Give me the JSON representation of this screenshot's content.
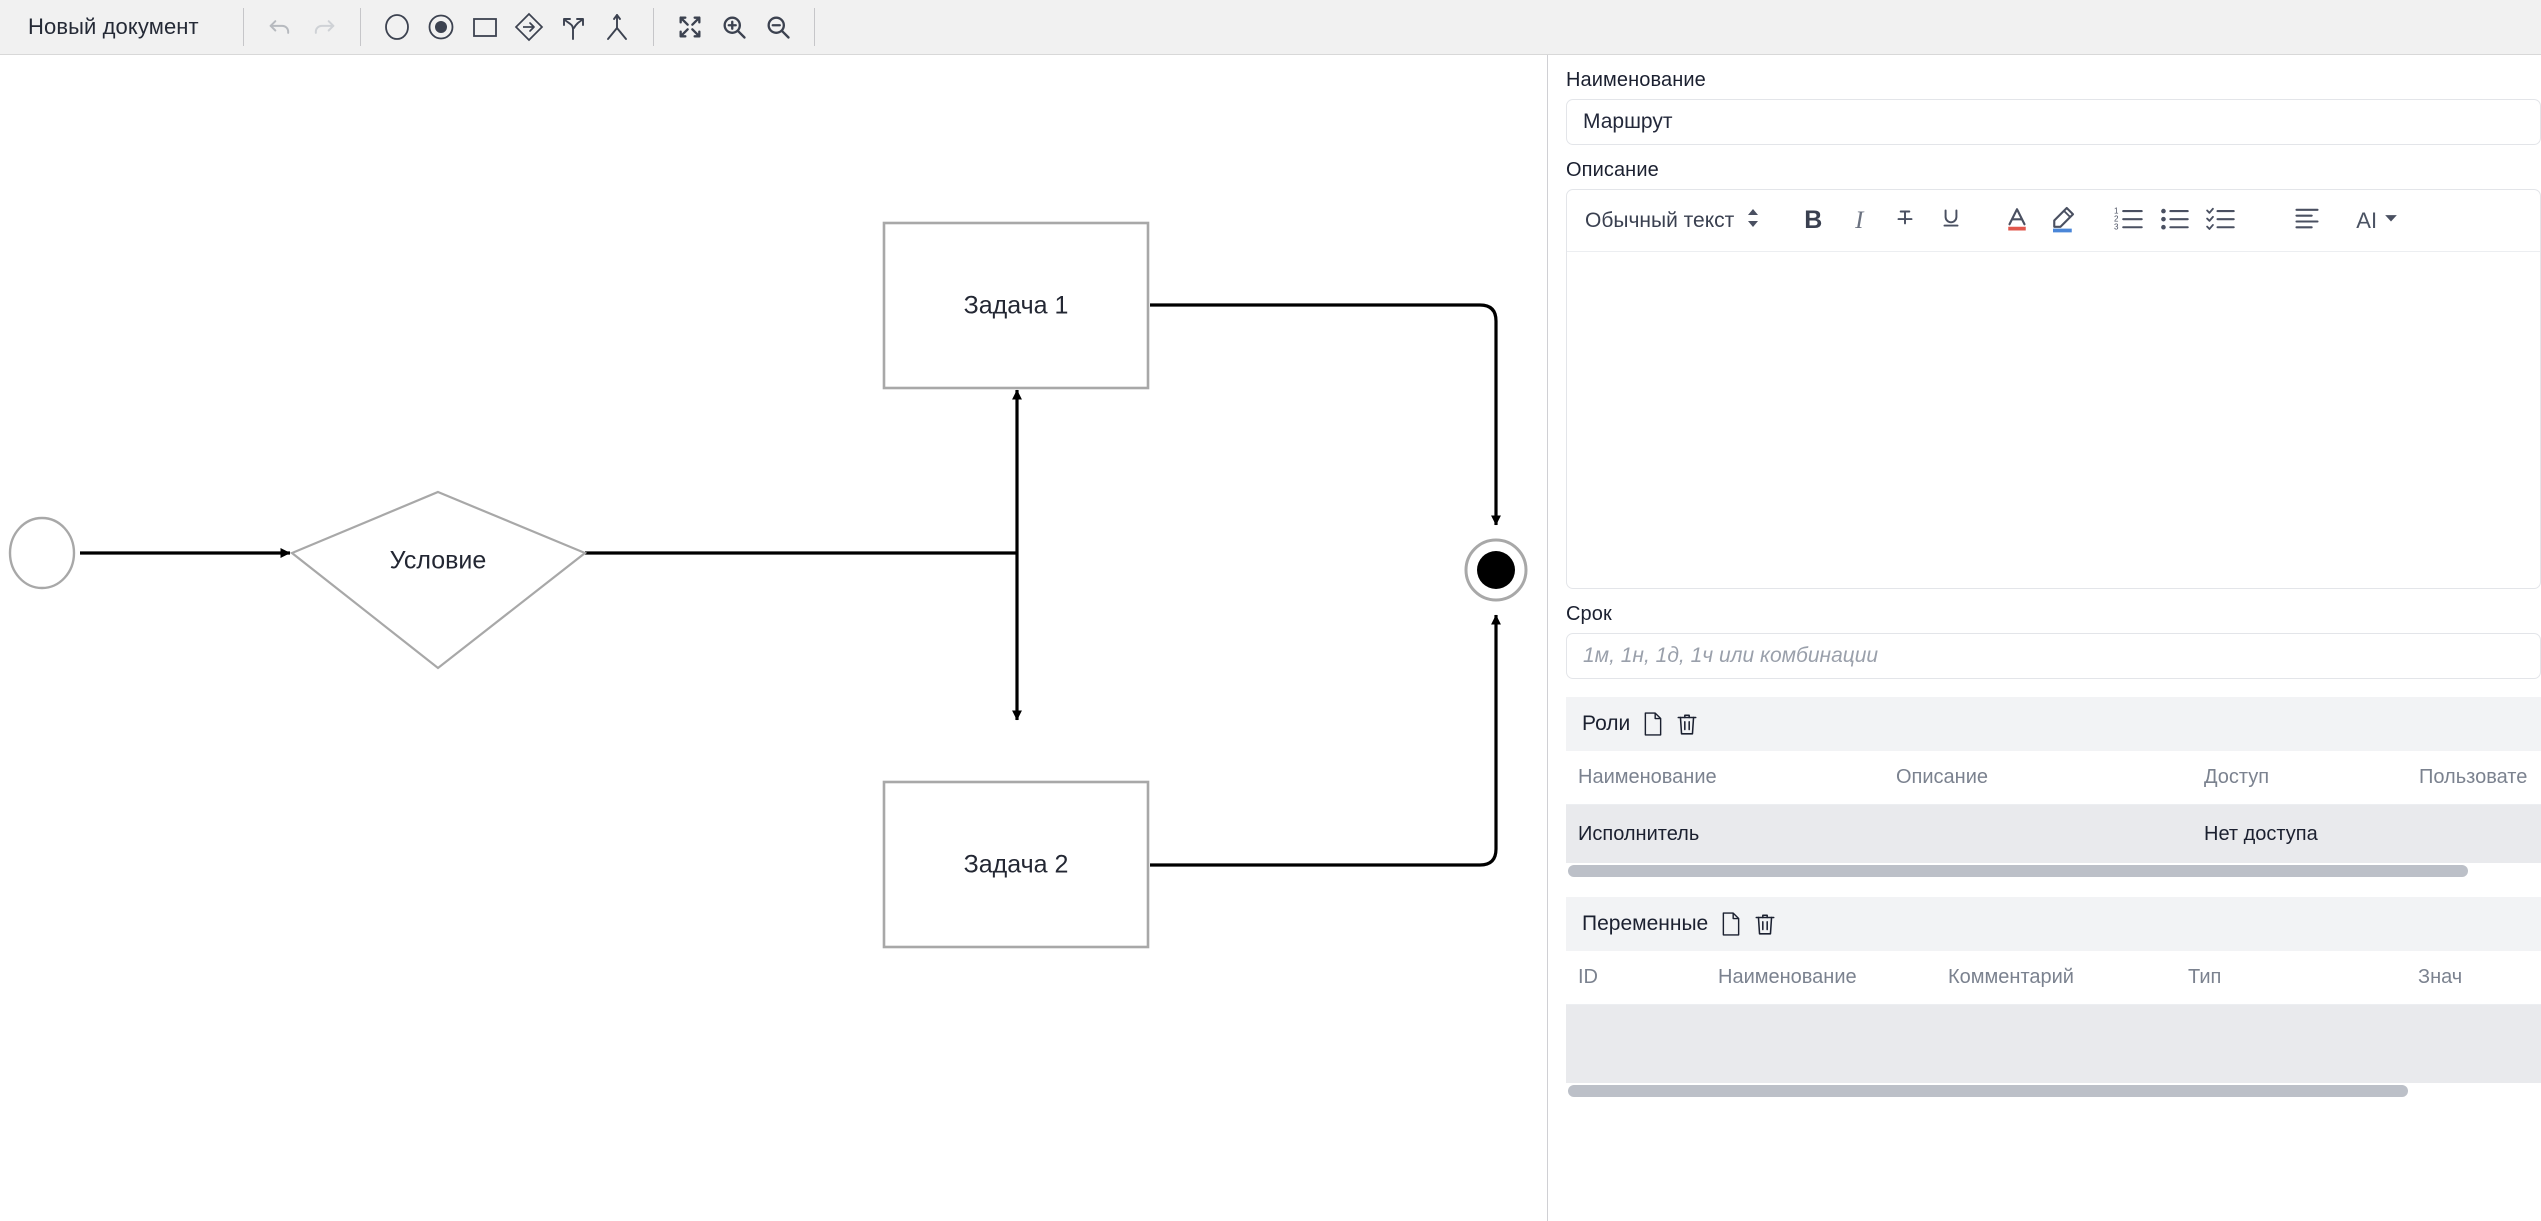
{
  "toolbar": {
    "doc_title": "Новый документ",
    "buttons": [
      {
        "name": "undo-icon",
        "label": "Отменить"
      },
      {
        "name": "redo-icon",
        "label": "Повторить"
      },
      {
        "name": "start-event-icon",
        "label": "Начальное событие"
      },
      {
        "name": "end-event-icon",
        "label": "Конечное событие"
      },
      {
        "name": "task-icon",
        "label": "Задача"
      },
      {
        "name": "gateway-icon",
        "label": "Условие"
      },
      {
        "name": "split-icon",
        "label": "Разветвление"
      },
      {
        "name": "join-icon",
        "label": "Объединение"
      },
      {
        "name": "fit-screen-icon",
        "label": "По размеру экрана"
      },
      {
        "name": "zoom-in-icon",
        "label": "Увеличить"
      },
      {
        "name": "zoom-out-icon",
        "label": "Уменьшить"
      }
    ]
  },
  "canvas": {
    "nodes": [
      {
        "id": "start",
        "type": "start-event",
        "label": ""
      },
      {
        "id": "gateway",
        "type": "gateway",
        "label": "Условие"
      },
      {
        "id": "task1",
        "type": "task",
        "label": "Задача 1"
      },
      {
        "id": "task2",
        "type": "task",
        "label": "Задача 2"
      },
      {
        "id": "end",
        "type": "end-event",
        "label": ""
      }
    ],
    "colors": {
      "node_stroke": "#a8a8a8",
      "edge_stroke": "#000000",
      "node_fill": "#ffffff"
    }
  },
  "panel": {
    "name_label": "Наименование",
    "name_value": "Маршрут",
    "description_label": "Описание",
    "editor": {
      "style_value": "Обычный текст",
      "buttons": [
        {
          "name": "bold-button",
          "glyph": "B"
        },
        {
          "name": "italic-button",
          "glyph": "I"
        },
        {
          "name": "strikethrough-button",
          "glyph": "S"
        },
        {
          "name": "underline-button",
          "glyph": "U"
        },
        {
          "name": "text-color-button",
          "glyph": "A"
        },
        {
          "name": "highlight-button",
          "glyph": "pen"
        },
        {
          "name": "ordered-list-button",
          "glyph": "123"
        },
        {
          "name": "bullet-list-button",
          "glyph": "dots"
        },
        {
          "name": "checklist-button",
          "glyph": "checks"
        },
        {
          "name": "align-button",
          "glyph": "align"
        }
      ],
      "ai_label": "AI",
      "content": ""
    },
    "deadline_label": "Срок",
    "deadline_placeholder": "1м, 1н, 1д, 1ч или комбинации",
    "roles": {
      "title": "Роли",
      "columns": [
        "Наименование",
        "Описание",
        "Доступ",
        "Пользовате"
      ],
      "rows": [
        [
          "Исполнитель",
          "",
          "Нет доступа",
          ""
        ]
      ]
    },
    "variables": {
      "title": "Переменные",
      "columns": [
        "ID",
        "Наименование",
        "Комментарий",
        "Тип",
        "Знач"
      ],
      "rows": [
        [
          "",
          "",
          "",
          "",
          ""
        ]
      ]
    },
    "icons": {
      "add": "new-document-icon",
      "delete": "trash-icon"
    }
  },
  "colors": {
    "accent_red": "#e2574c",
    "accent_blue": "#4a86d8",
    "toolbar_bg": "#f1f1f1",
    "section_bg": "#f2f3f5",
    "row_bg": "#e9eaed"
  }
}
